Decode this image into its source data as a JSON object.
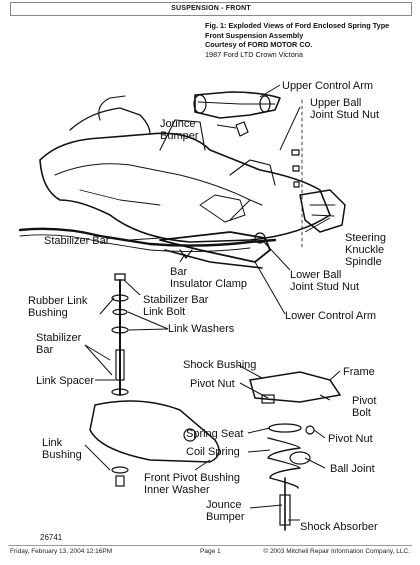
{
  "header": {
    "title": "SUSPENSION - FRONT"
  },
  "caption": {
    "line1": "Fig. 1: Exploded Views of Ford Enclosed Spring Type",
    "line2": "Front Suspension Assembly",
    "line3": "Courtesy of FORD MOTOR CO.",
    "line4": "1987 Ford LTD Crown Victoria"
  },
  "labels": {
    "upper_control_arm": "Upper Control Arm",
    "upper_ball_joint_1": "Upper Ball",
    "upper_ball_joint_2": "Joint Stud Nut",
    "jounce_bumper_top_1": "Jounce",
    "jounce_bumper_top_2": "Bumper",
    "stabilizer_bar_top": "Stabilizer Bar",
    "steering_knuckle_1": "Steering",
    "steering_knuckle_2": "Knuckle",
    "steering_knuckle_3": "Spindle",
    "bar_insulator_1": "Bar",
    "bar_insulator_2": "Insulator Clamp",
    "lower_ball_joint_1": "Lower Ball",
    "lower_ball_joint_2": "Joint Stud Nut",
    "lower_control_arm": "Lower Control Arm",
    "rubber_link_1": "Rubber Link",
    "rubber_link_2": "Bushing",
    "stab_link_bolt_1": "Stabilizer Bar",
    "stab_link_bolt_2": "Link Bolt",
    "link_washers": "Link Washers",
    "stabilizer_bar_left_1": "Stabilizer",
    "stabilizer_bar_left_2": "Bar",
    "link_spacer": "Link Spacer",
    "shock_bushing": "Shock Bushing",
    "frame": "Frame",
    "pivot_nut_top": "Pivot Nut",
    "pivot_bolt_1": "Pivot",
    "pivot_bolt_2": "Bolt",
    "spring_seat": "Spring Seat",
    "pivot_nut_right": "Pivot Nut",
    "coil_spring": "Coil Spring",
    "link_bushing_1": "Link",
    "link_bushing_2": "Bushing",
    "ball_joint": "Ball Joint",
    "front_pivot_1": "Front Pivot Bushing",
    "front_pivot_2": "Inner Washer",
    "jounce_bumper_bot_1": "Jounce",
    "jounce_bumper_bot_2": "Bumper",
    "shock_absorber": "Shock Absorber"
  },
  "figure_number": "26741",
  "footer": {
    "datetime": "Friday, February 13, 2004  12:16PM",
    "page": "Page 1",
    "copyright": "© 2003 Mitchell Repair Information Company, LLC."
  }
}
